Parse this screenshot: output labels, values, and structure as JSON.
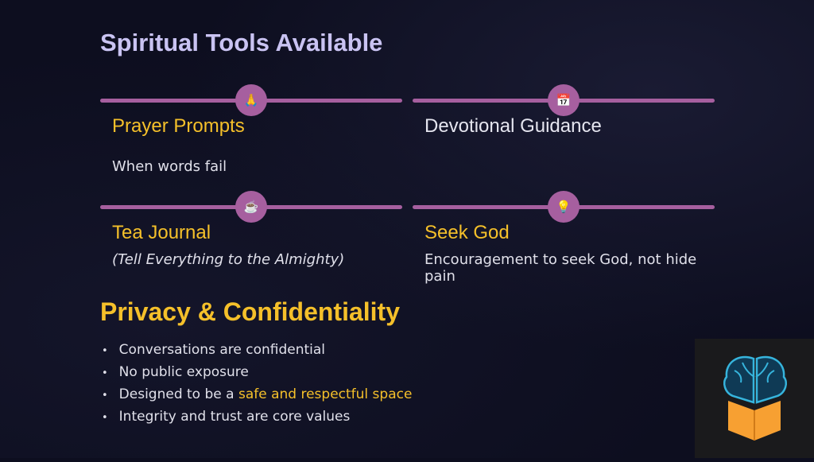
{
  "title": "Spiritual Tools Available",
  "tools": [
    {
      "title": "Prayer Prompts",
      "desc": "When words fail",
      "icon": "praying-icon"
    },
    {
      "title": "Devotional Guidance",
      "desc": "",
      "icon": "calendar-check-icon"
    },
    {
      "title": "Tea Journal",
      "desc": "(Tell Everything to the Almighty)",
      "icon": "tea-cup-icon"
    },
    {
      "title": "Seek God",
      "desc": "Encouragement to seek God, not hide pain",
      "icon": "lightbulb-icon"
    }
  ],
  "privacy": {
    "title": "Privacy & Confidentiality",
    "items": [
      "Conversations are confidential",
      "No public exposure",
      "Designed to be a ",
      "Integrity and trust are core values"
    ],
    "highlight": "safe and respectful space"
  },
  "colors": {
    "accent": "#a65f9f",
    "yellow": "#f5c02a",
    "title": "#c9c3f2"
  }
}
